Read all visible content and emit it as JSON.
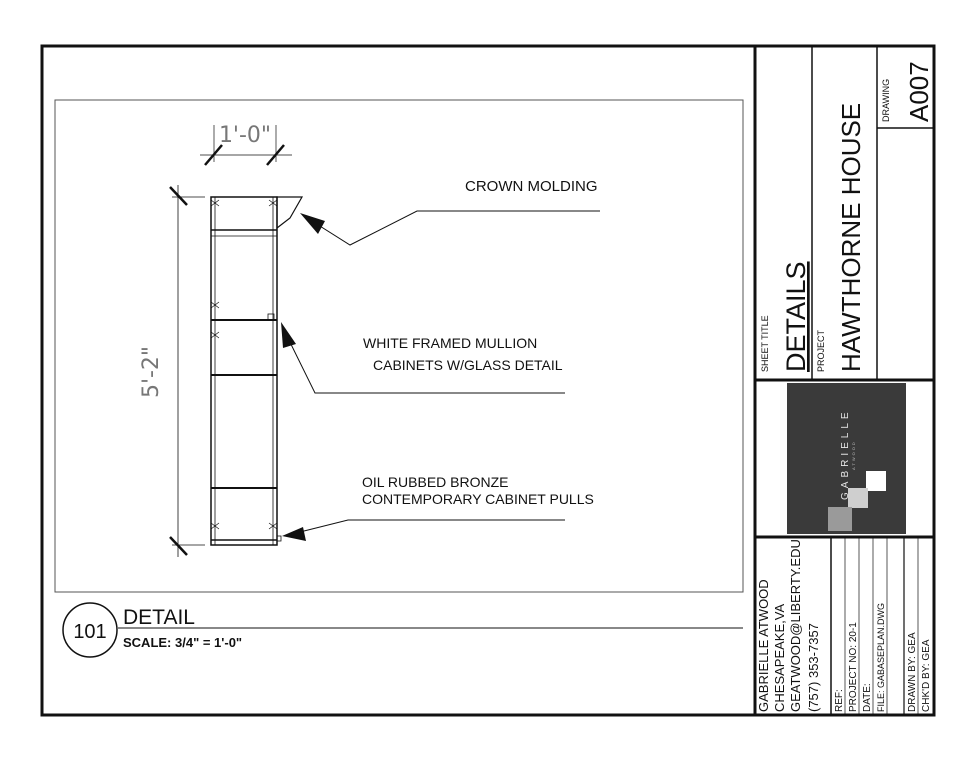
{
  "dimensions": {
    "width_label": "1'-0\"",
    "height_label": "5'-2\""
  },
  "callouts": {
    "crown": "CROWN MOLDING",
    "mullion_line1": "WHITE FRAMED MULLION",
    "mullion_line2": "CABINETS W/GLASS DETAIL",
    "pulls_line1": "OIL RUBBED BRONZE",
    "pulls_line2": "CONTEMPORARY CABINET PULLS"
  },
  "detail_tag": {
    "number": "101",
    "title": "DETAIL",
    "scale": "SCALE: 3/4\" = 1'-0\""
  },
  "title_block": {
    "sheet_title_label": "SHEET TITLE",
    "sheet_title": "DETAILS",
    "project_label": "PROJECT",
    "project_name": "HAWTHORNE HOUSE",
    "drawing_label": "DRAWING",
    "drawing_number": "A007",
    "logo_text": "GABRIELLE",
    "logo_subtext": "ATWOOD",
    "designer_name": "GABRIELLE ATWOOD",
    "designer_location": "CHESAPEAKE,VA",
    "designer_email": "GEATWOOD@LIBERTY.EDU",
    "designer_phone": "(757) 353-7357",
    "ref": "REF:",
    "project_no": "PROJECT NO: 20-1",
    "date": "DATE:",
    "file": "FILE: GABASEPLAN.DWG",
    "drawn_by": "DRAWN BY:  GEA",
    "checked_by": "CHK'D BY:  GEA"
  },
  "colors": {
    "line": "#111111",
    "dimension": "#777777",
    "logo_background": "#3a3a3a"
  }
}
